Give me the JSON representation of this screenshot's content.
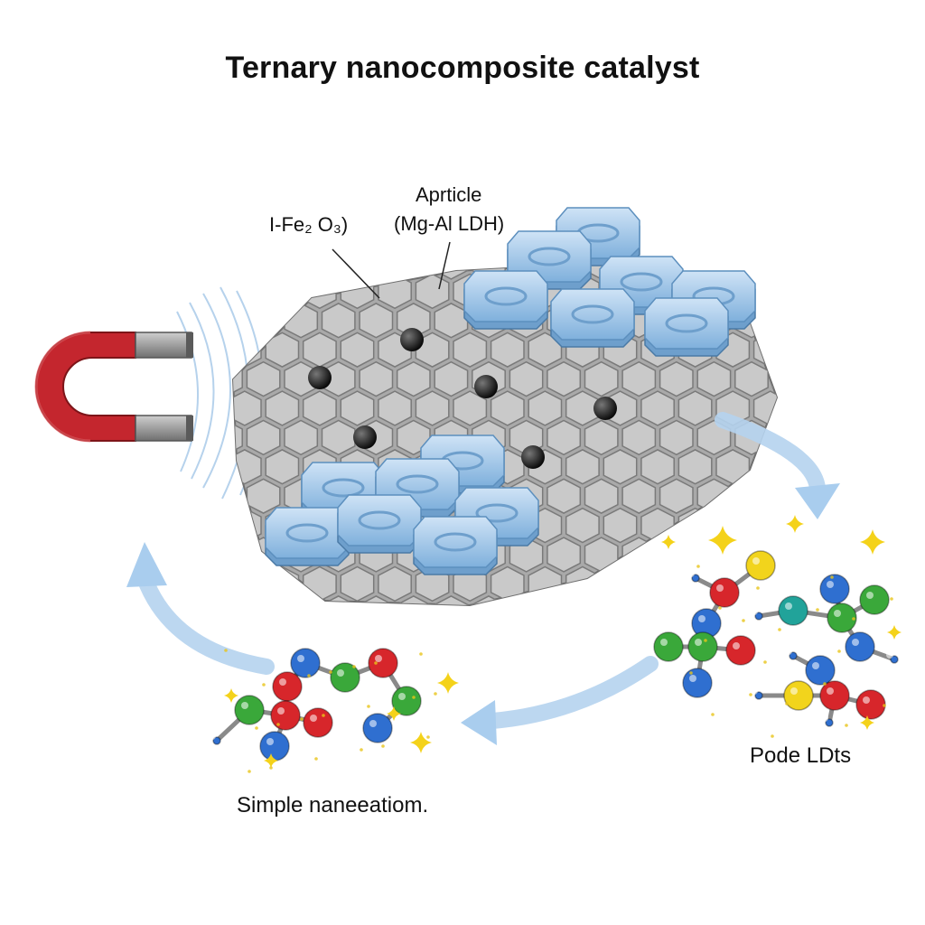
{
  "title": "Ternary nanocomposite catalyst",
  "labels": {
    "fe_oxide": "I-Fe₂ O₃)",
    "ldh_line1": "Aprticle",
    "ldh_line2": "(Mg-Al LDH)",
    "left_caption": "Simple naneeatiom.",
    "right_caption": "Pode LDts"
  },
  "colors": {
    "sheet_gray": "#a9a9a9",
    "hex_cell": "#c9c9c9",
    "ldh_blue": "#9cc4e6",
    "magnet_red": "#c4262e",
    "magnet_pole": "#8a8a8a",
    "arrow_blue": "#b5d3ee",
    "atom_red": "#d7262b",
    "atom_green": "#3aa83a",
    "atom_blue": "#2f6fd0",
    "atom_yellow": "#f2d41c",
    "atom_teal": "#21a39a"
  },
  "icons": [
    "horseshoe-magnet-icon",
    "graphene-sheet",
    "ldh-platelet",
    "iron-oxide-nanoparticle",
    "molecule",
    "sparkle-icon",
    "cycle-arrow"
  ]
}
